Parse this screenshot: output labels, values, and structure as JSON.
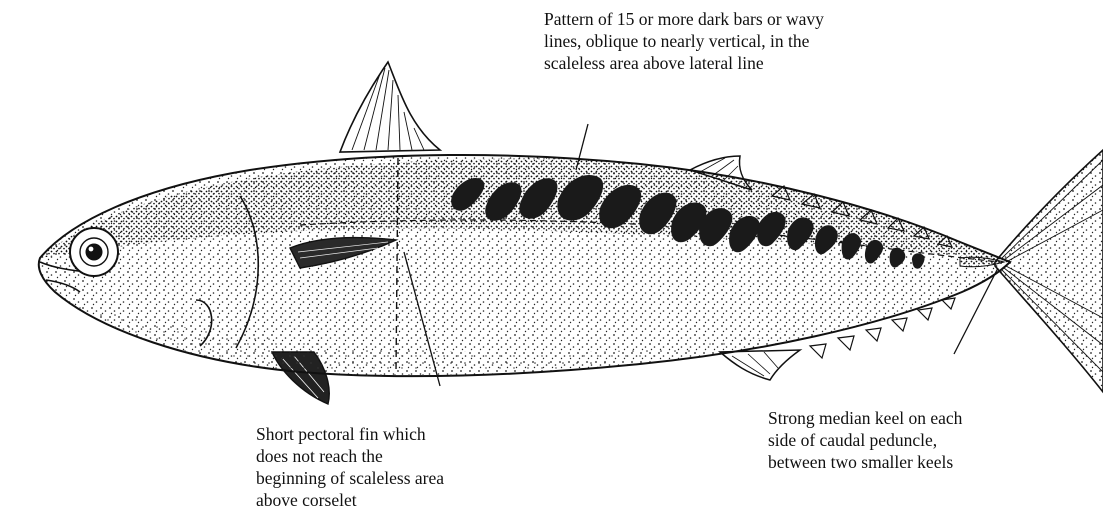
{
  "annotations": {
    "dorsal_bars": {
      "lines": [
        "Pattern of 15 or more dark bars or  wavy",
        "lines, oblique to nearly vertical,  in the",
        "scaleless area above lateral line"
      ]
    },
    "pectoral_fin": {
      "lines": [
        "Short pectoral fin which",
        "does not reach the",
        "beginning of scaleless area",
        "above corselet"
      ]
    },
    "caudal_keel": {
      "lines": [
        "Strong median keel on each",
        "side of caudal peduncle,",
        "between two smaller keels"
      ]
    }
  },
  "colors": {
    "ink": "#111111",
    "bars": "#1a1a1a",
    "background": "#ffffff"
  }
}
